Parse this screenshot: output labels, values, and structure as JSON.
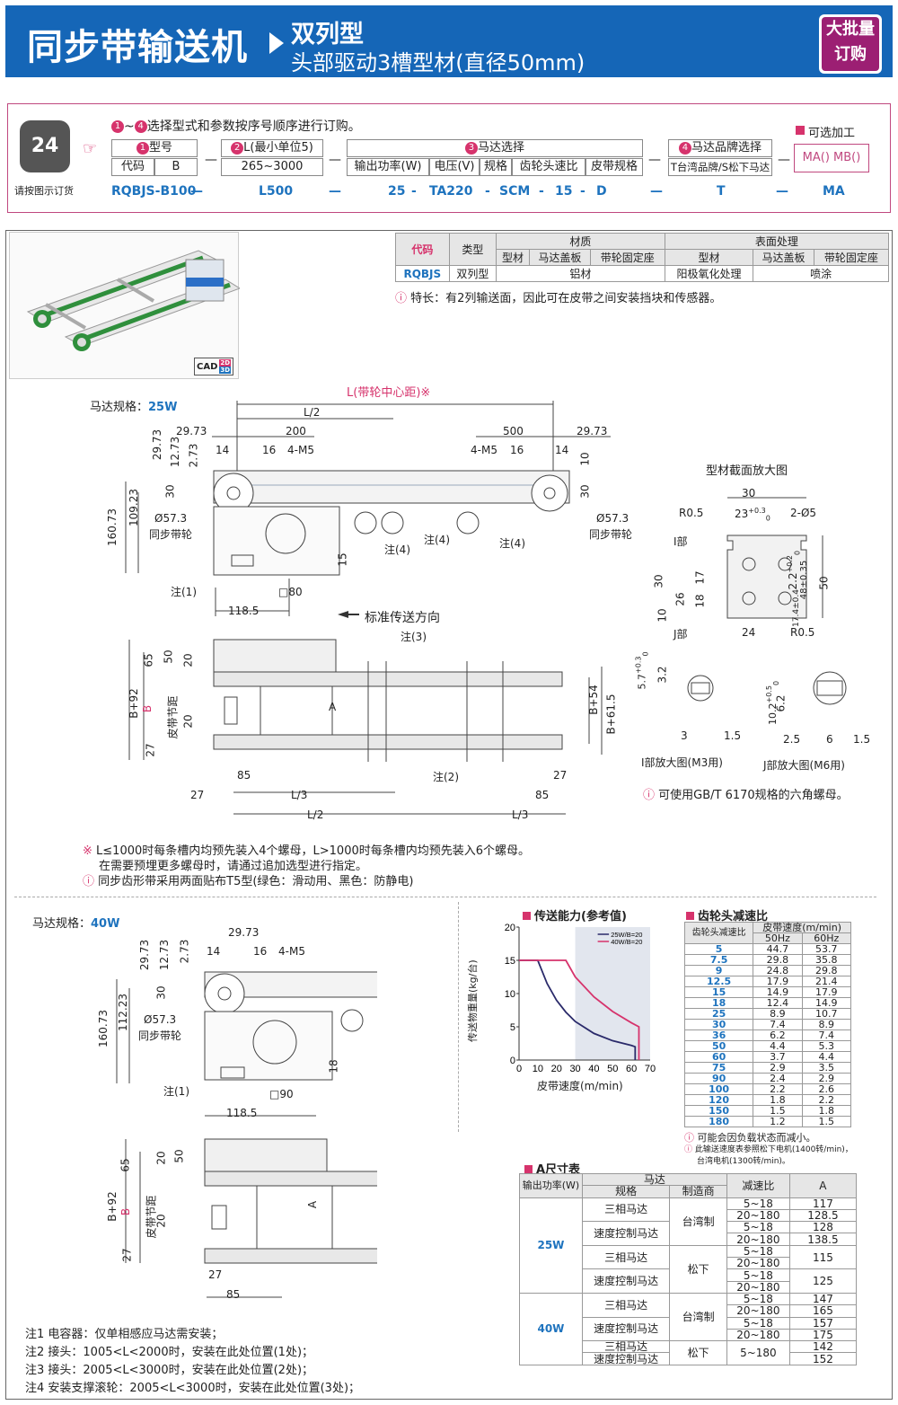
{
  "header": {
    "title": "同步带输送机",
    "subtitle_line1": "双列型",
    "subtitle_line2": "头部驱动3槽型材(直径50mm)",
    "badge_line1": "大批量",
    "badge_line2": "订购"
  },
  "order": {
    "phone_label": "24",
    "phone_caption": "请按图示订货",
    "instruction": "选择型式和参数按序号顺序进行订购。",
    "instruction_nums": [
      "1",
      "4"
    ],
    "groups": [
      {
        "num": "1",
        "title": "型号",
        "sub": [
          "代码",
          "B"
        ]
      },
      {
        "num": "2",
        "title": "L(最小单位5)",
        "sub": [
          "265~3000"
        ]
      },
      {
        "num": "3",
        "title": "马达选择",
        "sub": [
          "输出功率(W)",
          "电压(V)",
          "规格",
          "齿轮头速比",
          "皮带规格"
        ]
      },
      {
        "num": "4",
        "title": "马达品牌选择",
        "sub": [
          "T台湾品牌/S松下马达"
        ]
      }
    ],
    "optional_title": "可选加工",
    "optional_values": "MA()  MB()",
    "example": [
      "RQBJS-B100",
      "L500",
      "25",
      "TA220",
      "SCM",
      "15",
      "D",
      "T",
      "MA"
    ]
  },
  "spec_table": {
    "headers": [
      "代码",
      "类型",
      "材质",
      "表面处理"
    ],
    "sub_headers": [
      "型材",
      "马达盖板",
      "带轮固定座",
      "型材",
      "马达盖板",
      "带轮固定座"
    ],
    "row": [
      "RQBJS",
      "双列型",
      "铝材",
      "阳极氧化处理",
      "喷涂"
    ],
    "feature_note": "特长：有2列输送面，因此可在皮带之间安装挡块和传感器。"
  },
  "cad_label": "CAD",
  "cad_sub": [
    "2D",
    "3D"
  ],
  "drawing1": {
    "motor_spec_label": "马达规格：",
    "motor_spec_value": "25W",
    "L_label": "L(带轮中心距)※",
    "dims": [
      "L/2",
      "29.73",
      "200",
      "500",
      "29.73",
      "14",
      "16",
      "4-M5",
      "4-M5",
      "16",
      "14",
      "29.73",
      "12.73",
      "2.73",
      "10",
      "30",
      "30",
      "109.23",
      "160.73",
      "Ø57.3",
      "同步带轮",
      "Ø57.3",
      "同步带轮",
      "注(4)",
      "注(4)",
      "注(4)",
      "15",
      "注(1)",
      "□80",
      "118.5"
    ],
    "direction": "标准传送方向",
    "plan_dims": [
      "注(3)",
      "65",
      "50",
      "20",
      "B+92",
      "B",
      "皮带节距",
      "20",
      "A",
      "B+54",
      "B+61.5",
      "27",
      "85",
      "注(2)",
      "27",
      "85",
      "27",
      "L/3",
      "L/2",
      "L/3"
    ]
  },
  "section": {
    "title": "型材截面放大图",
    "dims": [
      "30",
      "R0.5",
      "23",
      "+0.3",
      "0",
      "2-Ø5",
      "I部",
      "2.2",
      "+0.2",
      "0",
      "48±0.35",
      "50",
      "30",
      "17",
      "26",
      "18",
      "10",
      "17.4±0.4",
      "J部",
      "24",
      "R0.5"
    ],
    "detail_I_title": "I部放大图(M3用)",
    "detail_I_dims": [
      "5.7",
      "+0.3",
      "0",
      "3.2",
      "3",
      "1.5"
    ],
    "detail_J_title": "J部放大图(M6用)",
    "detail_J_dims": [
      "10.2",
      "+0.5",
      "0",
      "6.2",
      "2.5",
      "6",
      "1.5"
    ],
    "nut_note": "可使用GB/T 6170规格的六角螺母。"
  },
  "notes_mid": [
    "L≤1000时每条槽内均预先装入4个螺母，L>1000时每条槽内均预先装入6个螺母。",
    "在需要预埋更多螺母时，请通过追加选型进行指定。",
    "同步齿形带采用两面贴布T5型(绿色：滑动用、黑色：防静电)"
  ],
  "drawing2": {
    "motor_spec_label": "马达规格：",
    "motor_spec_value": "40W",
    "dims": [
      "29.73",
      "14",
      "16",
      "4-M5",
      "29.73",
      "12.73",
      "2.73",
      "30",
      "112.23",
      "160.73",
      "Ø57.3",
      "同步带轮",
      "18",
      "注(1)",
      "□90",
      "118.5"
    ],
    "plan_dims": [
      "65",
      "20",
      "50",
      "B+92",
      "B",
      "皮带节距",
      "20",
      "A",
      "27",
      "27",
      "85"
    ]
  },
  "capacity": {
    "title": "传送能力(参考值)",
    "ylabel": "传送物重量(kg/台)",
    "xlabel": "皮带速度(m/min)",
    "legend": [
      "25W/B=20",
      "40W/B=20"
    ]
  },
  "chart_data": {
    "type": "line",
    "title": "传送能力(参考值)",
    "xlabel": "皮带速度(m/min)",
    "ylabel": "传送物重量(kg/台)",
    "xlim": [
      0,
      70
    ],
    "ylim": [
      0,
      20
    ],
    "xticks": [
      0,
      10,
      20,
      30,
      40,
      50,
      60,
      70
    ],
    "yticks": [
      0,
      5,
      10,
      15,
      20
    ],
    "series": [
      {
        "name": "25W/B=20",
        "color": "#2a2a6a",
        "x": [
          0,
          10,
          15,
          20,
          25,
          30,
          40,
          50,
          60,
          62,
          62
        ],
        "y": [
          15,
          15,
          11.5,
          9,
          7.2,
          5.8,
          4.0,
          2.9,
          2.2,
          2.0,
          0
        ]
      },
      {
        "name": "40W/B=20",
        "color": "#d6336c",
        "x": [
          0,
          25,
          30,
          40,
          50,
          60,
          64,
          64
        ],
        "y": [
          15,
          15,
          12.5,
          9.5,
          7.3,
          5.6,
          5.0,
          0
        ]
      }
    ]
  },
  "gear_table": {
    "title": "齿轮头减速比",
    "headers": [
      "齿轮头减速比",
      "皮带速度(m/min)",
      "50Hz",
      "60Hz"
    ],
    "rows": [
      [
        "5",
        "44.7",
        "53.7"
      ],
      [
        "7.5",
        "29.8",
        "35.8"
      ],
      [
        "9",
        "24.8",
        "29.8"
      ],
      [
        "12.5",
        "17.9",
        "21.4"
      ],
      [
        "15",
        "14.9",
        "17.9"
      ],
      [
        "18",
        "12.4",
        "14.9"
      ],
      [
        "25",
        "8.9",
        "10.7"
      ],
      [
        "30",
        "7.4",
        "8.9"
      ],
      [
        "36",
        "6.2",
        "7.4"
      ],
      [
        "50",
        "4.4",
        "5.3"
      ],
      [
        "60",
        "3.7",
        "4.4"
      ],
      [
        "75",
        "2.9",
        "3.5"
      ],
      [
        "90",
        "2.4",
        "2.9"
      ],
      [
        "100",
        "2.2",
        "2.6"
      ],
      [
        "120",
        "1.8",
        "2.2"
      ],
      [
        "150",
        "1.5",
        "1.8"
      ],
      [
        "180",
        "1.2",
        "1.5"
      ]
    ],
    "notes": [
      "可能会因负载状态而减小。",
      "此输送速度表参照松下电机(1400转/min)，",
      "台湾电机(1300转/min)。"
    ]
  },
  "a_table": {
    "title": "A尺寸表",
    "headers": [
      "输出功率(W)",
      "马达",
      "规格",
      "制造商",
      "减速比",
      "A"
    ],
    "power": [
      "25W",
      "40W"
    ],
    "motors": [
      "三相马达",
      "速度控制马达",
      "三相马达",
      "速度控制马达",
      "三相马达",
      "速度控制马达",
      "三相马达",
      "速度控制马达"
    ],
    "makers": [
      "台湾制",
      "松下",
      "台湾制",
      "松下"
    ],
    "ratios": [
      "5~18",
      "20~180",
      "5~18",
      "20~180",
      "5~18",
      "20~180",
      "5~18",
      "20~180",
      "5~18",
      "20~180",
      "5~18",
      "20~180",
      "5~180"
    ],
    "values": [
      "117",
      "128.5",
      "128",
      "138.5",
      "115",
      "125",
      "147",
      "165",
      "157",
      "175",
      "142",
      "152"
    ]
  },
  "footnotes": [
    "注1  电容器：仅单相感应马达需安装；",
    "注2  接头：1005<L<2000时，安装在此处位置(1处)；",
    "注3  接头：2005<L<3000时，安装在此处位置(2处)；",
    "注4  安装支撑滚轮：2005<L<3000时，安装在此处位置(3处)；"
  ]
}
